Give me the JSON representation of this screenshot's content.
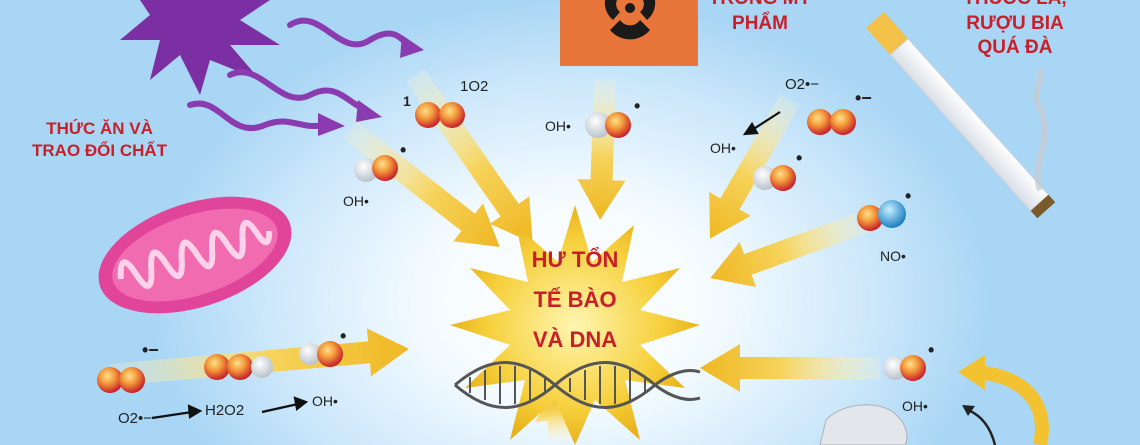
{
  "center": {
    "line1": "HƯ TỔN",
    "line2": "TẾ BÀO",
    "line3": "VÀ DNA"
  },
  "labels": {
    "food_line1": "THỨC ĂN VÀ",
    "food_line2": "TRAO ĐỔI CHẤT",
    "cosmetics_line1": "TRONG MỸ",
    "cosmetics_line2": "PHẨM",
    "tobacco_line1": "THUỐC LÁ,",
    "tobacco_line2": "RƯỢU BIA",
    "tobacco_line3": "QUÁ ĐÀ"
  },
  "chemicals": {
    "singlet_oxygen": "1O2",
    "singlet_prefix": "1",
    "hydroxyl": "OH•",
    "superoxide": "O2•−",
    "nitric_oxide": "NO•",
    "hydrogen_peroxide": "H2O2",
    "radical_dot": "•",
    "radical_minus": "•−"
  },
  "colors": {
    "title_red": "#c8202a",
    "arrow_yellow": "#f2c230",
    "purple_radiation": "#7b2fa3",
    "mitochondria_pink": "#e0459a",
    "hazard_orange": "#e8763a"
  }
}
